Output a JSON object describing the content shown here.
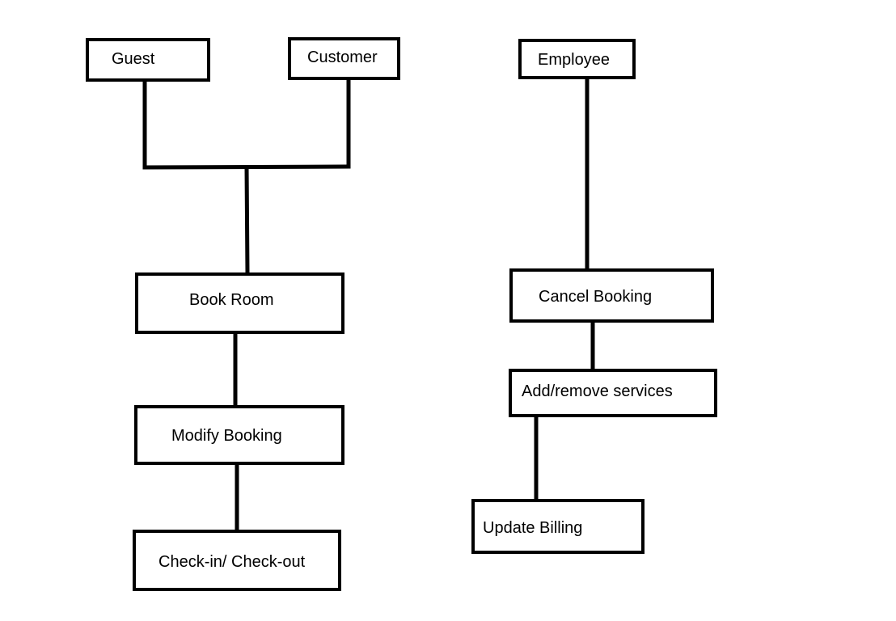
{
  "diagram": {
    "nodes": [
      {
        "id": "guest",
        "label": "Guest"
      },
      {
        "id": "customer",
        "label": "Customer"
      },
      {
        "id": "employee",
        "label": "Employee"
      },
      {
        "id": "book_room",
        "label": "Book Room"
      },
      {
        "id": "modify_booking",
        "label": "Modify Booking"
      },
      {
        "id": "check_in_out",
        "label": "Check-in/ Check-out"
      },
      {
        "id": "cancel_booking",
        "label": "Cancel Booking"
      },
      {
        "id": "add_remove_services",
        "label": "Add/remove services"
      },
      {
        "id": "update_billing",
        "label": "Update Billing"
      }
    ],
    "edges": [
      {
        "from": "guest",
        "to": "book_room"
      },
      {
        "from": "customer",
        "to": "book_room"
      },
      {
        "from": "book_room",
        "to": "modify_booking"
      },
      {
        "from": "modify_booking",
        "to": "check_in_out"
      },
      {
        "from": "employee",
        "to": "cancel_booking"
      },
      {
        "from": "cancel_booking",
        "to": "add_remove_services"
      },
      {
        "from": "add_remove_services",
        "to": "update_billing"
      }
    ],
    "colors": {
      "line": "#000000",
      "background": "#ffffff"
    }
  }
}
